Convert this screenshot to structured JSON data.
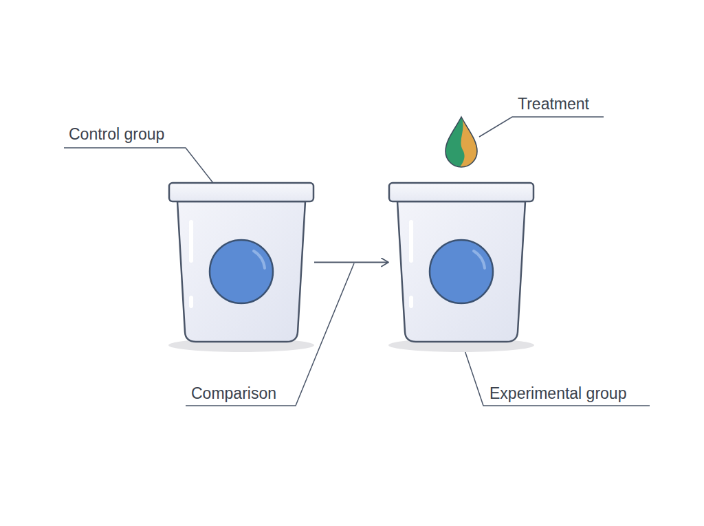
{
  "diagram": {
    "nodes": [
      {
        "text": [
          "Control group"
        ]
      },
      {
        "text": [
          "Treatment"
        ]
      },
      {
        "text": [
          "Experimental group"
        ]
      }
    ],
    "edges": [
      {
        "from": 0,
        "to": 2,
        "arrow": "to",
        "label": "Comparison"
      }
    ]
  }
}
